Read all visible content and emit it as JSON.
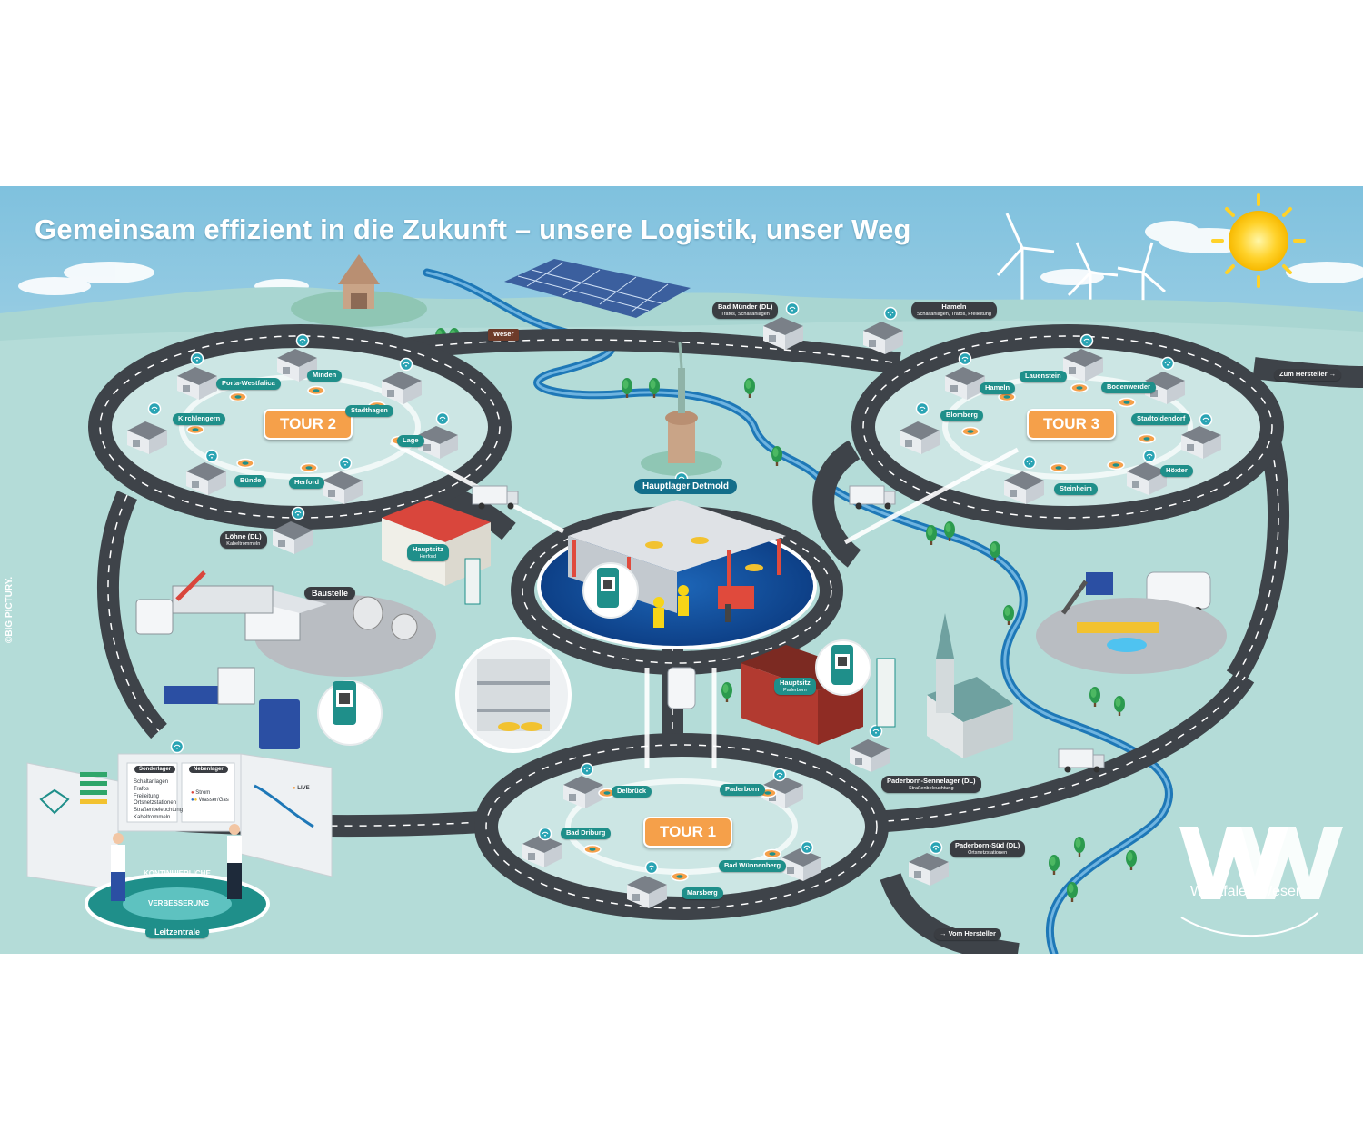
{
  "title": "Gemeinsam effizient in die Zukunft – unsere Logistik, unser Weg",
  "copyright": "©BIG PICTURY.",
  "colors": {
    "sky": "#cfe6ef",
    "ground": "#a9d6d2",
    "road": "#3e4349",
    "teal": "#1f8f8a",
    "orange": "#f5a04a",
    "dark_label": "#3a3d42",
    "hq_label": "#136e8a"
  },
  "tours": {
    "tour1": "TOUR 1",
    "tour2": "TOUR 2",
    "tour3": "TOUR 3"
  },
  "hub": "Hauptlager Detmold",
  "river_sign": "Weser",
  "tour2_stops": {
    "porta": "Porta-Westfalica",
    "minden": "Minden",
    "stadthagen": "Stadthagen",
    "kirchlengern": "Kirchlengern",
    "lage": "Lage",
    "buende": "Bünde",
    "herford": "Herford"
  },
  "tour3_stops": {
    "lauenstein": "Lauenstein",
    "hameln": "Hameln",
    "bodenwerder": "Bodenwerder",
    "blomberg": "Blomberg",
    "stadtoldendorf": "Stadtoldendorf",
    "hoexter": "Höxter",
    "steinheim": "Steinheim"
  },
  "tour1_stops": {
    "delbrueck": "Delbrück",
    "paderborn": "Paderborn",
    "bad_driburg": "Bad Driburg",
    "bad_wuennenberg": "Bad Wünnenberg",
    "marsberg": "Marsberg"
  },
  "depots": {
    "bad_muender": {
      "name": "Bad Münder (DL)",
      "sub": "Trafos, Schaltanlagen"
    },
    "hameln_depot": {
      "name": "Hameln",
      "sub": "Schaltanlagen, Trafos, Freileitung"
    },
    "loehne": {
      "name": "Löhne (DL)",
      "sub": "Kabeltrommeln"
    },
    "sennelager": {
      "name": "Paderborn-Sennelager (DL)",
      "sub": "Straßenbeleuchtung"
    },
    "paderborn_sued": {
      "name": "Paderborn-Süd (DL)",
      "sub": "Ortsnetzstationen"
    }
  },
  "hq_herford": {
    "name": "Hauptsitz",
    "sub": "Herford"
  },
  "hq_paderborn": {
    "name": "Hauptsitz",
    "sub": "Paderborn"
  },
  "baustelle": "Baustelle",
  "zum_hersteller": "Zum Hersteller →",
  "vom_hersteller": "→ Vom Hersteller",
  "leitzentrale": {
    "label": "Leitzentrale",
    "ring_top": "KONTINUIERLICHE",
    "ring_bottom": "VERBESSERUNG",
    "panel1_head": "Sonderlager",
    "panel1_items": [
      "Schaltanlagen",
      "Trafos",
      "Freileitung",
      "Ortsnetzstationen",
      "Straßenbeleuchtung",
      "Kabeltrommeln"
    ],
    "panel2_head": "Nebenlager",
    "panel2_items": [
      "Strom",
      "Wasser/Gas"
    ],
    "live": "LIVE"
  },
  "logo": {
    "mark": "WW",
    "name": "Westfalen Weser"
  }
}
